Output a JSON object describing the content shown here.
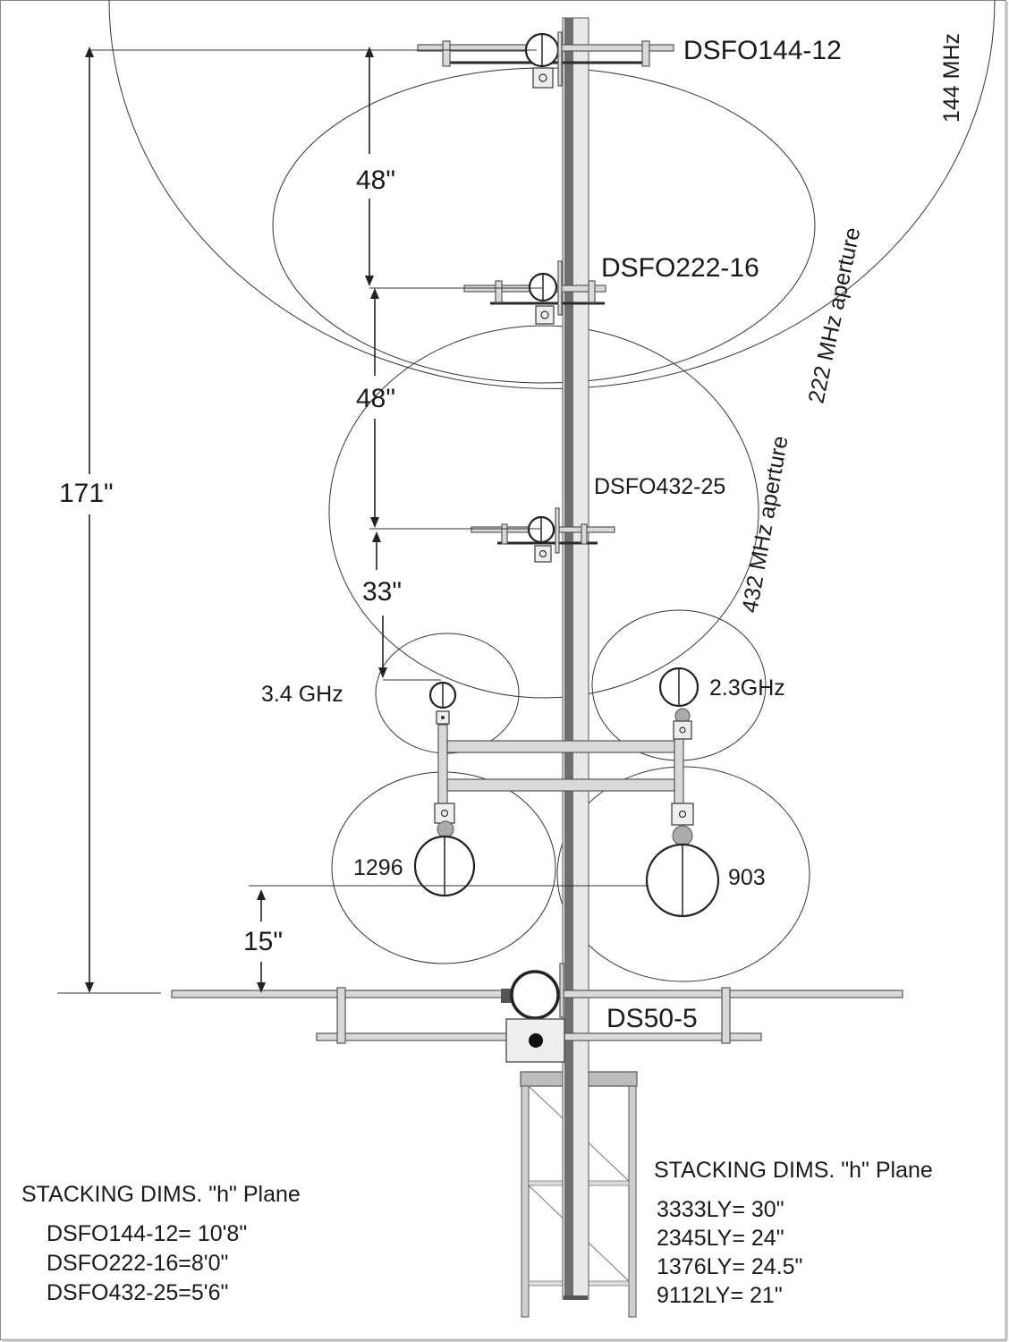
{
  "antennas": {
    "dsfo144": "DSFO144-12",
    "dsfo222": "DSFO222-16",
    "dsfo432": "DSFO432-25",
    "ghz34": "3.4 GHz",
    "ghz23": "2.3GHz",
    "mhz1296": "1296",
    "mhz903": "903",
    "ds50": "DS50-5"
  },
  "apertures": {
    "mhz144": "144 MHz",
    "mhz222": "222 MHz aperture",
    "mhz432": "432 MHz aperture"
  },
  "dimensions": {
    "total": "171\"",
    "spacing_a": "48\"",
    "spacing_b": "48\"",
    "spacing_c": "33\"",
    "spacing_d": "15\""
  },
  "left_table": {
    "title": "STACKING DIMS. \"h\" Plane",
    "rows": [
      "DSFO144-12= 10'8\"",
      "DSFO222-16=8'0\"",
      "DSFO432-25=5'6\""
    ]
  },
  "right_table": {
    "title": "STACKING DIMS. \"h\" Plane",
    "rows": [
      "3333LY= 30\"",
      "2345LY= 24\"",
      "1376LY= 24.5\"",
      "9112LY= 21\""
    ]
  }
}
